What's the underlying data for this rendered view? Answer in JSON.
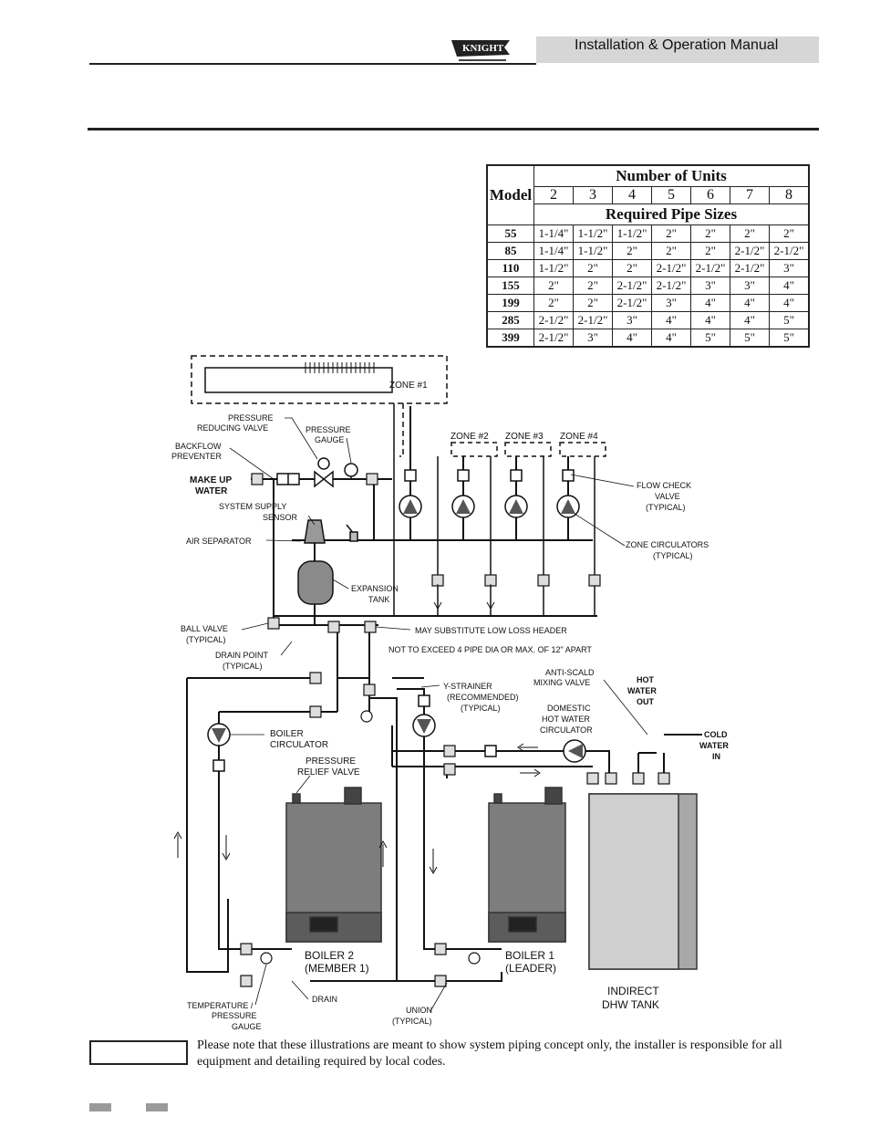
{
  "header": {
    "title": "Installation & Operation Manual",
    "logo_alt": "KNIGHT WALL MOUNT BOILER"
  },
  "table": {
    "model_header": "Model",
    "units_header": "Number of Units",
    "sizes_header": "Required Pipe Sizes",
    "unit_counts": [
      "2",
      "3",
      "4",
      "5",
      "6",
      "7",
      "8"
    ],
    "rows": [
      {
        "model": "55",
        "sizes": [
          "1-1/4\"",
          "1-1/2\"",
          "1-1/2\"",
          "2\"",
          "2\"",
          "2\"",
          "2\""
        ]
      },
      {
        "model": "85",
        "sizes": [
          "1-1/4\"",
          "1-1/2\"",
          "2\"",
          "2\"",
          "2\"",
          "2-1/2\"",
          "2-1/2\""
        ]
      },
      {
        "model": "110",
        "sizes": [
          "1-1/2\"",
          "2\"",
          "2\"",
          "2-1/2\"",
          "2-1/2\"",
          "2-1/2\"",
          "3\""
        ]
      },
      {
        "model": "155",
        "sizes": [
          "2\"",
          "2\"",
          "2-1/2\"",
          "2-1/2\"",
          "3\"",
          "3\"",
          "4\""
        ]
      },
      {
        "model": "199",
        "sizes": [
          "2\"",
          "2\"",
          "2-1/2\"",
          "3\"",
          "4\"",
          "4\"",
          "4\""
        ]
      },
      {
        "model": "285",
        "sizes": [
          "2-1/2\"",
          "2-1/2\"",
          "3\"",
          "4\"",
          "4\"",
          "4\"",
          "5\""
        ]
      },
      {
        "model": "399",
        "sizes": [
          "2-1/2\"",
          "3\"",
          "4\"",
          "4\"",
          "5\"",
          "5\"",
          "5\""
        ]
      }
    ]
  },
  "diagram": {
    "zone1": "ZONE #1",
    "zone2": "ZONE #2",
    "zone3": "ZONE #3",
    "zone4": "ZONE #4",
    "pressure_reducing_1": "PRESSURE",
    "pressure_reducing_2": "REDUCING VALVE",
    "pressure_gauge_1": "PRESSURE",
    "pressure_gauge_2": "GAUGE",
    "backflow_1": "BACKFLOW",
    "backflow_2": "PREVENTER",
    "makeup_1": "MAKE UP",
    "makeup_2": "WATER",
    "supply_sensor_1": "SYSTEM SUPPLY",
    "supply_sensor_2": "SENSOR",
    "air_separator": "AIR SEPARATOR",
    "expansion_1": "EXPANSION",
    "expansion_2": "TANK",
    "ball_valve_1": "BALL VALVE",
    "ball_valve_2": "(TYPICAL)",
    "drain_point_1": "DRAIN POINT",
    "drain_point_2": "(TYPICAL)",
    "low_loss": "MAY SUBSTITUTE LOW LOSS HEADER",
    "not_exceed": "NOT TO EXCEED 4 PIPE DIA OR MAX. OF 12\" APART",
    "flow_check_1": "FLOW CHECK",
    "flow_check_2": "VALVE",
    "flow_check_3": "(TYPICAL)",
    "zone_circ_1": "ZONE CIRCULATORS",
    "zone_circ_2": "(TYPICAL)",
    "y_strainer_1": "Y-STRAINER",
    "y_strainer_2": "(RECOMMENDED)",
    "y_strainer_3": "(TYPICAL)",
    "anti_scald_1": "ANTI-SCALD",
    "anti_scald_2": "MIXING VALVE",
    "hot_water_1": "HOT",
    "hot_water_2": "WATER",
    "hot_water_3": "OUT",
    "dhw_circ_1": "DOMESTIC",
    "dhw_circ_2": "HOT WATER",
    "dhw_circ_3": "CIRCULATOR",
    "cold_water_1": "COLD",
    "cold_water_2": "WATER",
    "cold_water_3": "IN",
    "boiler_circ_1": "BOILER",
    "boiler_circ_2": "CIRCULATOR",
    "relief_1": "PRESSURE",
    "relief_2": "RELIEF VALVE",
    "boiler2_1": "BOILER 2",
    "boiler2_2": "(MEMBER 1)",
    "boiler1_1": "BOILER 1",
    "boiler1_2": "(LEADER)",
    "indirect_1": "INDIRECT",
    "indirect_2": "DHW TANK",
    "temp_gauge_1": "TEMPERATURE /",
    "temp_gauge_2": "PRESSURE",
    "temp_gauge_3": "GAUGE",
    "drain": "DRAIN",
    "union_1": "UNION",
    "union_2": "(TYPICAL)"
  },
  "note": {
    "text": "Please note that these illustrations are meant to show system piping concept only, the installer is responsible for all equipment and detailing required by local codes."
  }
}
